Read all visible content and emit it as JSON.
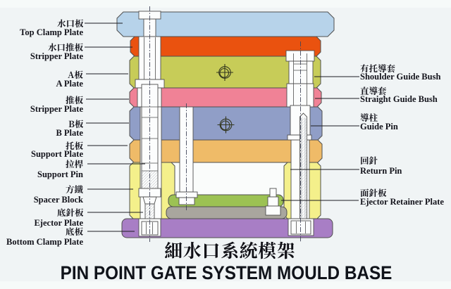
{
  "title": {
    "zh": "細水口系統模架",
    "en": "PIN POINT GATE SYSTEM MOULD BASE"
  },
  "diagram": {
    "left_labels": [
      {
        "zh": "水口板",
        "en": "Top Clamp Plate"
      },
      {
        "zh": "水口推板",
        "en": "Stripper Plate"
      },
      {
        "zh": "A板",
        "en": "A Plate"
      },
      {
        "zh": "推板",
        "en": "Stripper Plate"
      },
      {
        "zh": "B板",
        "en": "B Plate"
      },
      {
        "zh": "托板",
        "en": "Support Plate"
      },
      {
        "zh": "拉桿",
        "en": "Support Pin"
      },
      {
        "zh": "方鐵",
        "en": "Spacer Block"
      },
      {
        "zh": "底針板",
        "en": "Ejector Plate"
      },
      {
        "zh": "底板",
        "en": "Bottom Clamp Plate"
      }
    ],
    "right_labels": [
      {
        "zh": "有托導套",
        "en": "Shoulder Guide Bush"
      },
      {
        "zh": "直導套",
        "en": "Straight Guide Bush"
      },
      {
        "zh": "導柱",
        "en": "Guide Pin"
      },
      {
        "zh": "回針",
        "en": "Return Pin"
      },
      {
        "zh": "面針板",
        "en": "Ejector Retainer Plate"
      }
    ],
    "colors": {
      "top_clamp_plate": "#b7d3ea",
      "runner_stripper_plate": "#ea520f",
      "a_plate": "#c7cc58",
      "stripper_plate": "#f08296",
      "b_plate": "#909ec7",
      "support_plate": "#efbb68",
      "spacer_block": "#f4f08b",
      "ejector_retainer_plate": "#9cc253",
      "ejector_plate": "#a9a69e",
      "bottom_clamp_plate": "#a87ec5"
    },
    "background": "#f0f4f5"
  }
}
